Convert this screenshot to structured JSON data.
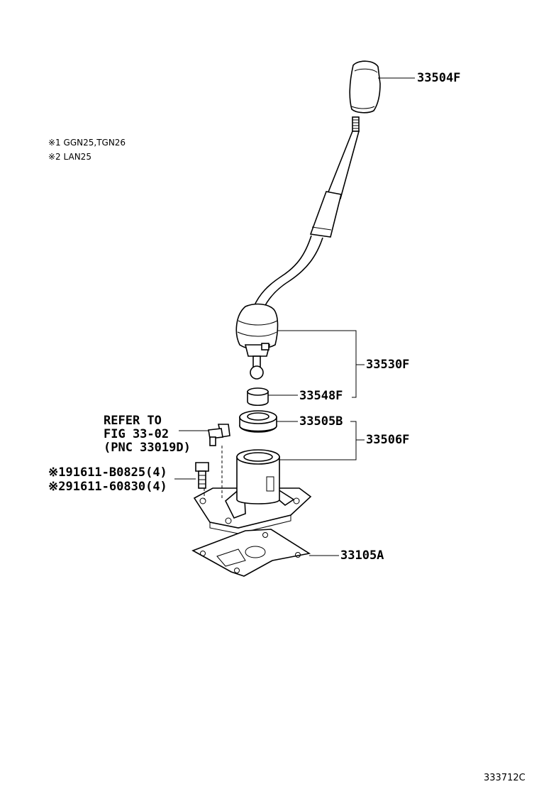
{
  "notes": [
    {
      "mark": "※1",
      "text": "GGN25,TGN26"
    },
    {
      "mark": "※2",
      "text": "LAN25"
    }
  ],
  "callouts": {
    "knob": "33504F",
    "lever_assy": "33530F",
    "bushing": "33548F",
    "boot": "33505B",
    "retainer_assy": "33506F",
    "gasket": "33105A"
  },
  "refer": {
    "line1": "REFER TO",
    "line2": "FIG 33-02",
    "line3": "(PNC 33019D)"
  },
  "bolts": [
    {
      "mark": "※1",
      "part": "91611-B0825",
      "qty": "(4)"
    },
    {
      "mark": "※2",
      "part": "91611-60830",
      "qty": "(4)"
    }
  ],
  "figure_id": "333712C"
}
